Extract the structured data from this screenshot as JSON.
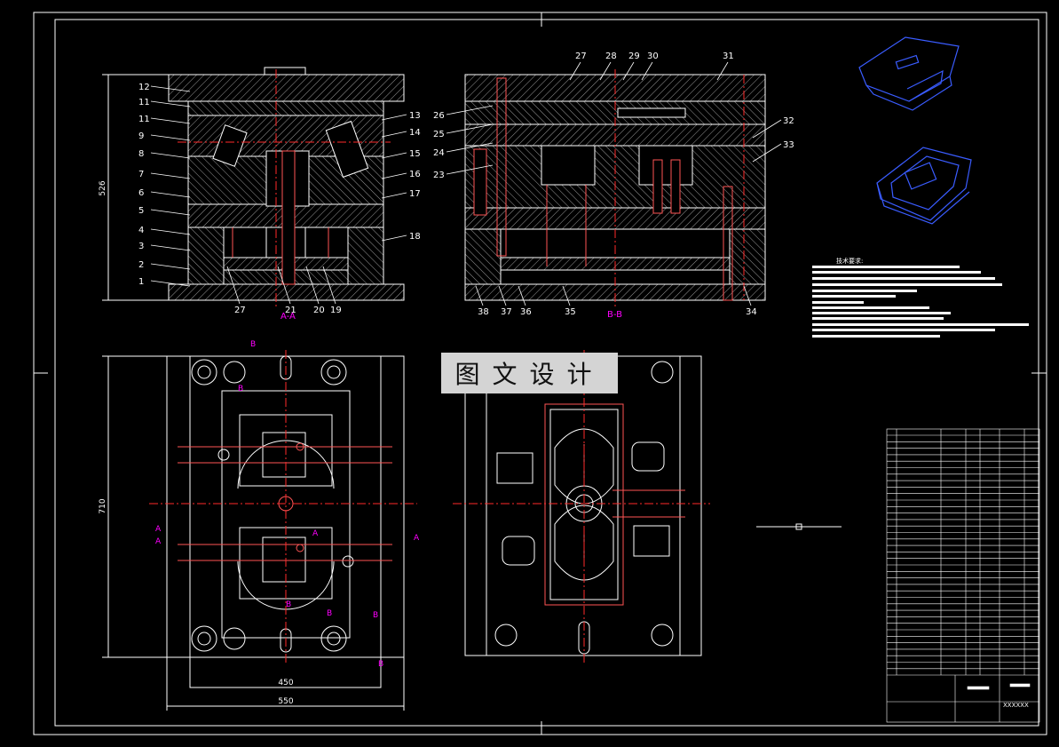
{
  "section_labels": {
    "aa": "A-A",
    "bb": "B-B"
  },
  "cut_markers": {
    "a": "A",
    "b": "B"
  },
  "dimensions": {
    "height": "526",
    "width_plan": "710",
    "width_inner": "450",
    "width_outer": "550"
  },
  "left_parts": [
    "12",
    "11",
    "11",
    "9",
    "8",
    "7",
    "6",
    "5",
    "4",
    "3",
    "2",
    "1"
  ],
  "right_parts_left": [
    "13",
    "14",
    "15",
    "16",
    "17",
    "18"
  ],
  "bottom_parts_left": [
    "27",
    "21",
    "20",
    "19"
  ],
  "top_parts_right": [
    "27",
    "28",
    "29",
    "30",
    "31"
  ],
  "side_parts_right_l": [
    "26",
    "25",
    "24",
    "23"
  ],
  "side_parts_right_r": [
    "32",
    "33"
  ],
  "bottom_parts_right": [
    "38",
    "37",
    "36",
    "35",
    "34"
  ],
  "tech_title": "技术要求:",
  "stamp_text": "图文设计",
  "title_block": {
    "drawing_no": "XXXXXX"
  },
  "colors": {
    "line": "#ffffff",
    "dim": "#00ffff",
    "hatch": "#a8a8a8",
    "center": "#ff2a2a",
    "label": "#ff00ff",
    "part": "#ffffff"
  }
}
